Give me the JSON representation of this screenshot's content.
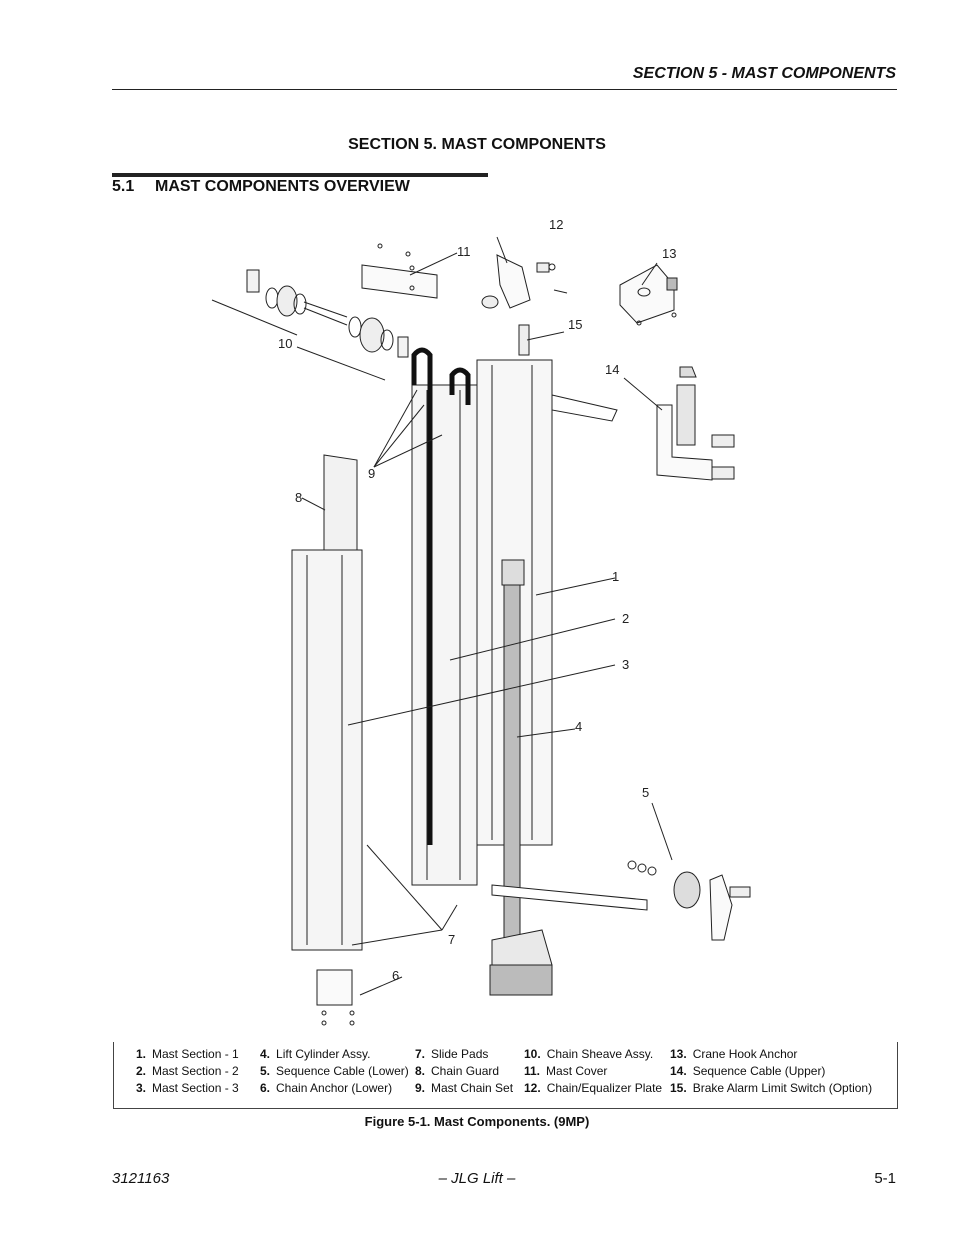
{
  "header": {
    "title": "SECTION 5 - MAST COMPONENTS"
  },
  "section": {
    "title": "SECTION 5.  MAST COMPONENTS"
  },
  "subsection": {
    "number": "5.1",
    "title": "MAST COMPONENTS OVERVIEW"
  },
  "figure": {
    "callouts": [
      "1",
      "2",
      "3",
      "4",
      "5",
      "6",
      "7",
      "8",
      "9",
      "10",
      "11",
      "12",
      "13",
      "14",
      "15"
    ],
    "legend": [
      [
        {
          "num": "1.",
          "label": "Mast Section - 1"
        },
        {
          "num": "2.",
          "label": "Mast Section - 2"
        },
        {
          "num": "3.",
          "label": "Mast Section - 3"
        }
      ],
      [
        {
          "num": "4.",
          "label": "Lift Cylinder Assy."
        },
        {
          "num": "5.",
          "label": "Sequence Cable (Lower)"
        },
        {
          "num": "6.",
          "label": "Chain Anchor (Lower)"
        }
      ],
      [
        {
          "num": "7.",
          "label": "Slide Pads"
        },
        {
          "num": "8.",
          "label": "Chain Guard"
        },
        {
          "num": "9.",
          "label": "Mast Chain Set"
        }
      ],
      [
        {
          "num": "10.",
          "label": "Chain Sheave Assy."
        },
        {
          "num": "11.",
          "label": "Mast Cover"
        },
        {
          "num": "12.",
          "label": "Chain/Equalizer Plate"
        }
      ],
      [
        {
          "num": "13.",
          "label": "Crane Hook Anchor"
        },
        {
          "num": "14.",
          "label": "Sequence Cable (Upper)"
        },
        {
          "num": "15.",
          "label": "Brake Alarm Limit Switch (Option)"
        }
      ]
    ],
    "caption": "Figure 5-1.  Mast Components. (9MP)"
  },
  "footer": {
    "doc_number": "3121163",
    "center": "– JLG Lift –",
    "page": "5-1"
  }
}
